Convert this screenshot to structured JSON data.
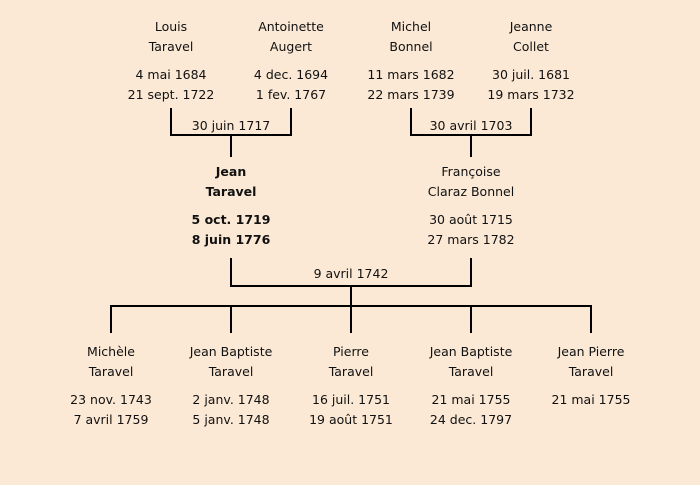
{
  "grandparents": [
    {
      "first": "Louis",
      "last": "Taravel",
      "birth": "4 mai 1684",
      "death": "21 sept. 1722"
    },
    {
      "first": "Antoinette",
      "last": "Augert",
      "birth": "4 dec. 1694",
      "death": "1 fev. 1767"
    },
    {
      "first": "Michel",
      "last": "Bonnel",
      "birth": "11 mars 1682",
      "death": "22 mars 1739"
    },
    {
      "first": "Jeanne",
      "last": "Collet",
      "birth": "30 juil. 1681",
      "death": "19 mars 1732"
    }
  ],
  "grandparent_marriages": [
    "30 juin 1717",
    "30 avril 1703"
  ],
  "parents": [
    {
      "first": "Jean",
      "last": "Taravel",
      "birth": "5 oct. 1719",
      "death": "8 juin 1776"
    },
    {
      "first": "Françoise",
      "last": "Claraz Bonnel",
      "birth": "30 août 1715",
      "death": "27 mars 1782"
    }
  ],
  "parent_marriage": "9 avril 1742",
  "children": [
    {
      "first": "Michèle",
      "last": "Taravel",
      "birth": "23 nov. 1743",
      "death": "7 avril 1759"
    },
    {
      "first": "Jean Baptiste",
      "last": "Taravel",
      "birth": "2 janv. 1748",
      "death": "5 janv. 1748"
    },
    {
      "first": "Pierre",
      "last": "Taravel",
      "birth": "16 juil. 1751",
      "death": "19 août 1751"
    },
    {
      "first": "Jean Baptiste",
      "last": "Taravel",
      "birth": "21 mai 1755",
      "death": "24 dec. 1797"
    },
    {
      "first": "Jean Pierre",
      "last": "Taravel",
      "birth": "21 mai 1755"
    }
  ]
}
